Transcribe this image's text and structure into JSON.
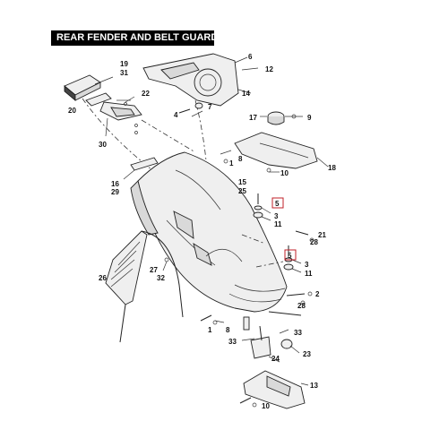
{
  "title": "REAR FENDER AND BELT GUARDS",
  "callouts": [
    {
      "id": "c6",
      "text": "6"
    },
    {
      "id": "c12",
      "text": "12"
    },
    {
      "id": "c14",
      "text": "14"
    },
    {
      "id": "c19",
      "text": "19"
    },
    {
      "id": "c31",
      "text": "31"
    },
    {
      "id": "c22",
      "text": "22"
    },
    {
      "id": "c20",
      "text": "20"
    },
    {
      "id": "c4",
      "text": "4"
    },
    {
      "id": "c7",
      "text": "7"
    },
    {
      "id": "c30",
      "text": "30"
    },
    {
      "id": "c17",
      "text": "17"
    },
    {
      "id": "c9",
      "text": "9"
    },
    {
      "id": "c1a",
      "text": "1"
    },
    {
      "id": "c8a",
      "text": "8"
    },
    {
      "id": "c18",
      "text": "18"
    },
    {
      "id": "c10a",
      "text": "10"
    },
    {
      "id": "c16",
      "text": "16"
    },
    {
      "id": "c29",
      "text": "29"
    },
    {
      "id": "c15",
      "text": "15"
    },
    {
      "id": "c25",
      "text": "25"
    },
    {
      "id": "c5a",
      "text": "5"
    },
    {
      "id": "c3a",
      "text": "3"
    },
    {
      "id": "c11a",
      "text": "11"
    },
    {
      "id": "c21",
      "text": "21"
    },
    {
      "id": "c28a",
      "text": "28"
    },
    {
      "id": "c5b",
      "text": "5"
    },
    {
      "id": "c3b",
      "text": "3"
    },
    {
      "id": "c11b",
      "text": "11"
    },
    {
      "id": "c2",
      "text": "2"
    },
    {
      "id": "c28b",
      "text": "28"
    },
    {
      "id": "c27",
      "text": "27"
    },
    {
      "id": "c32",
      "text": "32"
    },
    {
      "id": "c26",
      "text": "26"
    },
    {
      "id": "c1b",
      "text": "1"
    },
    {
      "id": "c8b",
      "text": "8"
    },
    {
      "id": "c33a",
      "text": "33"
    },
    {
      "id": "c33b",
      "text": "33"
    },
    {
      "id": "c23",
      "text": "23"
    },
    {
      "id": "c24",
      "text": "24"
    },
    {
      "id": "c13",
      "text": "13"
    },
    {
      "id": "c10b",
      "text": "10"
    }
  ],
  "highlight_color": "#c0202a"
}
